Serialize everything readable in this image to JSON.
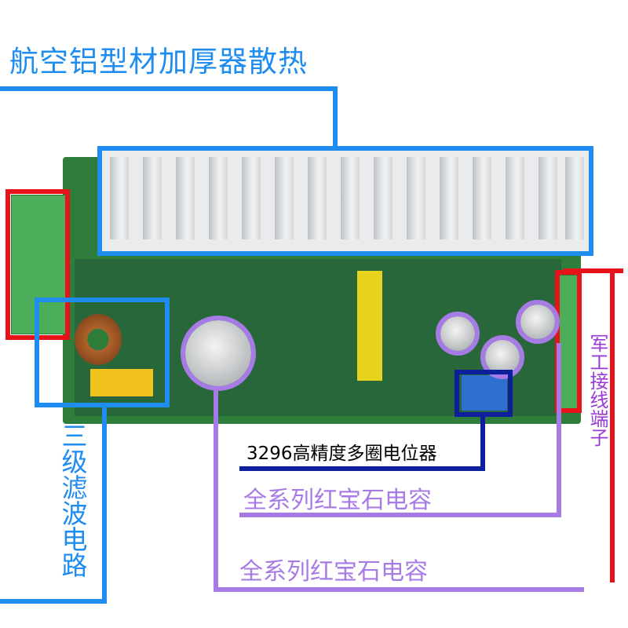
{
  "annotations": {
    "heatsink": "航空铝型材加厚器散热",
    "filter": "三级滤波电路",
    "terminals": "军工接线端子",
    "potentiometer": "3296高精度多圈电位器",
    "capacitor_1": "全系列红宝石电容",
    "capacitor_2": "全系列红宝石电容"
  },
  "colors": {
    "blue": "#1f8cf0",
    "red": "#e8121b",
    "purple": "#a77be6",
    "navy": "#0d1f9c",
    "pcb": "#2f7d3a"
  }
}
